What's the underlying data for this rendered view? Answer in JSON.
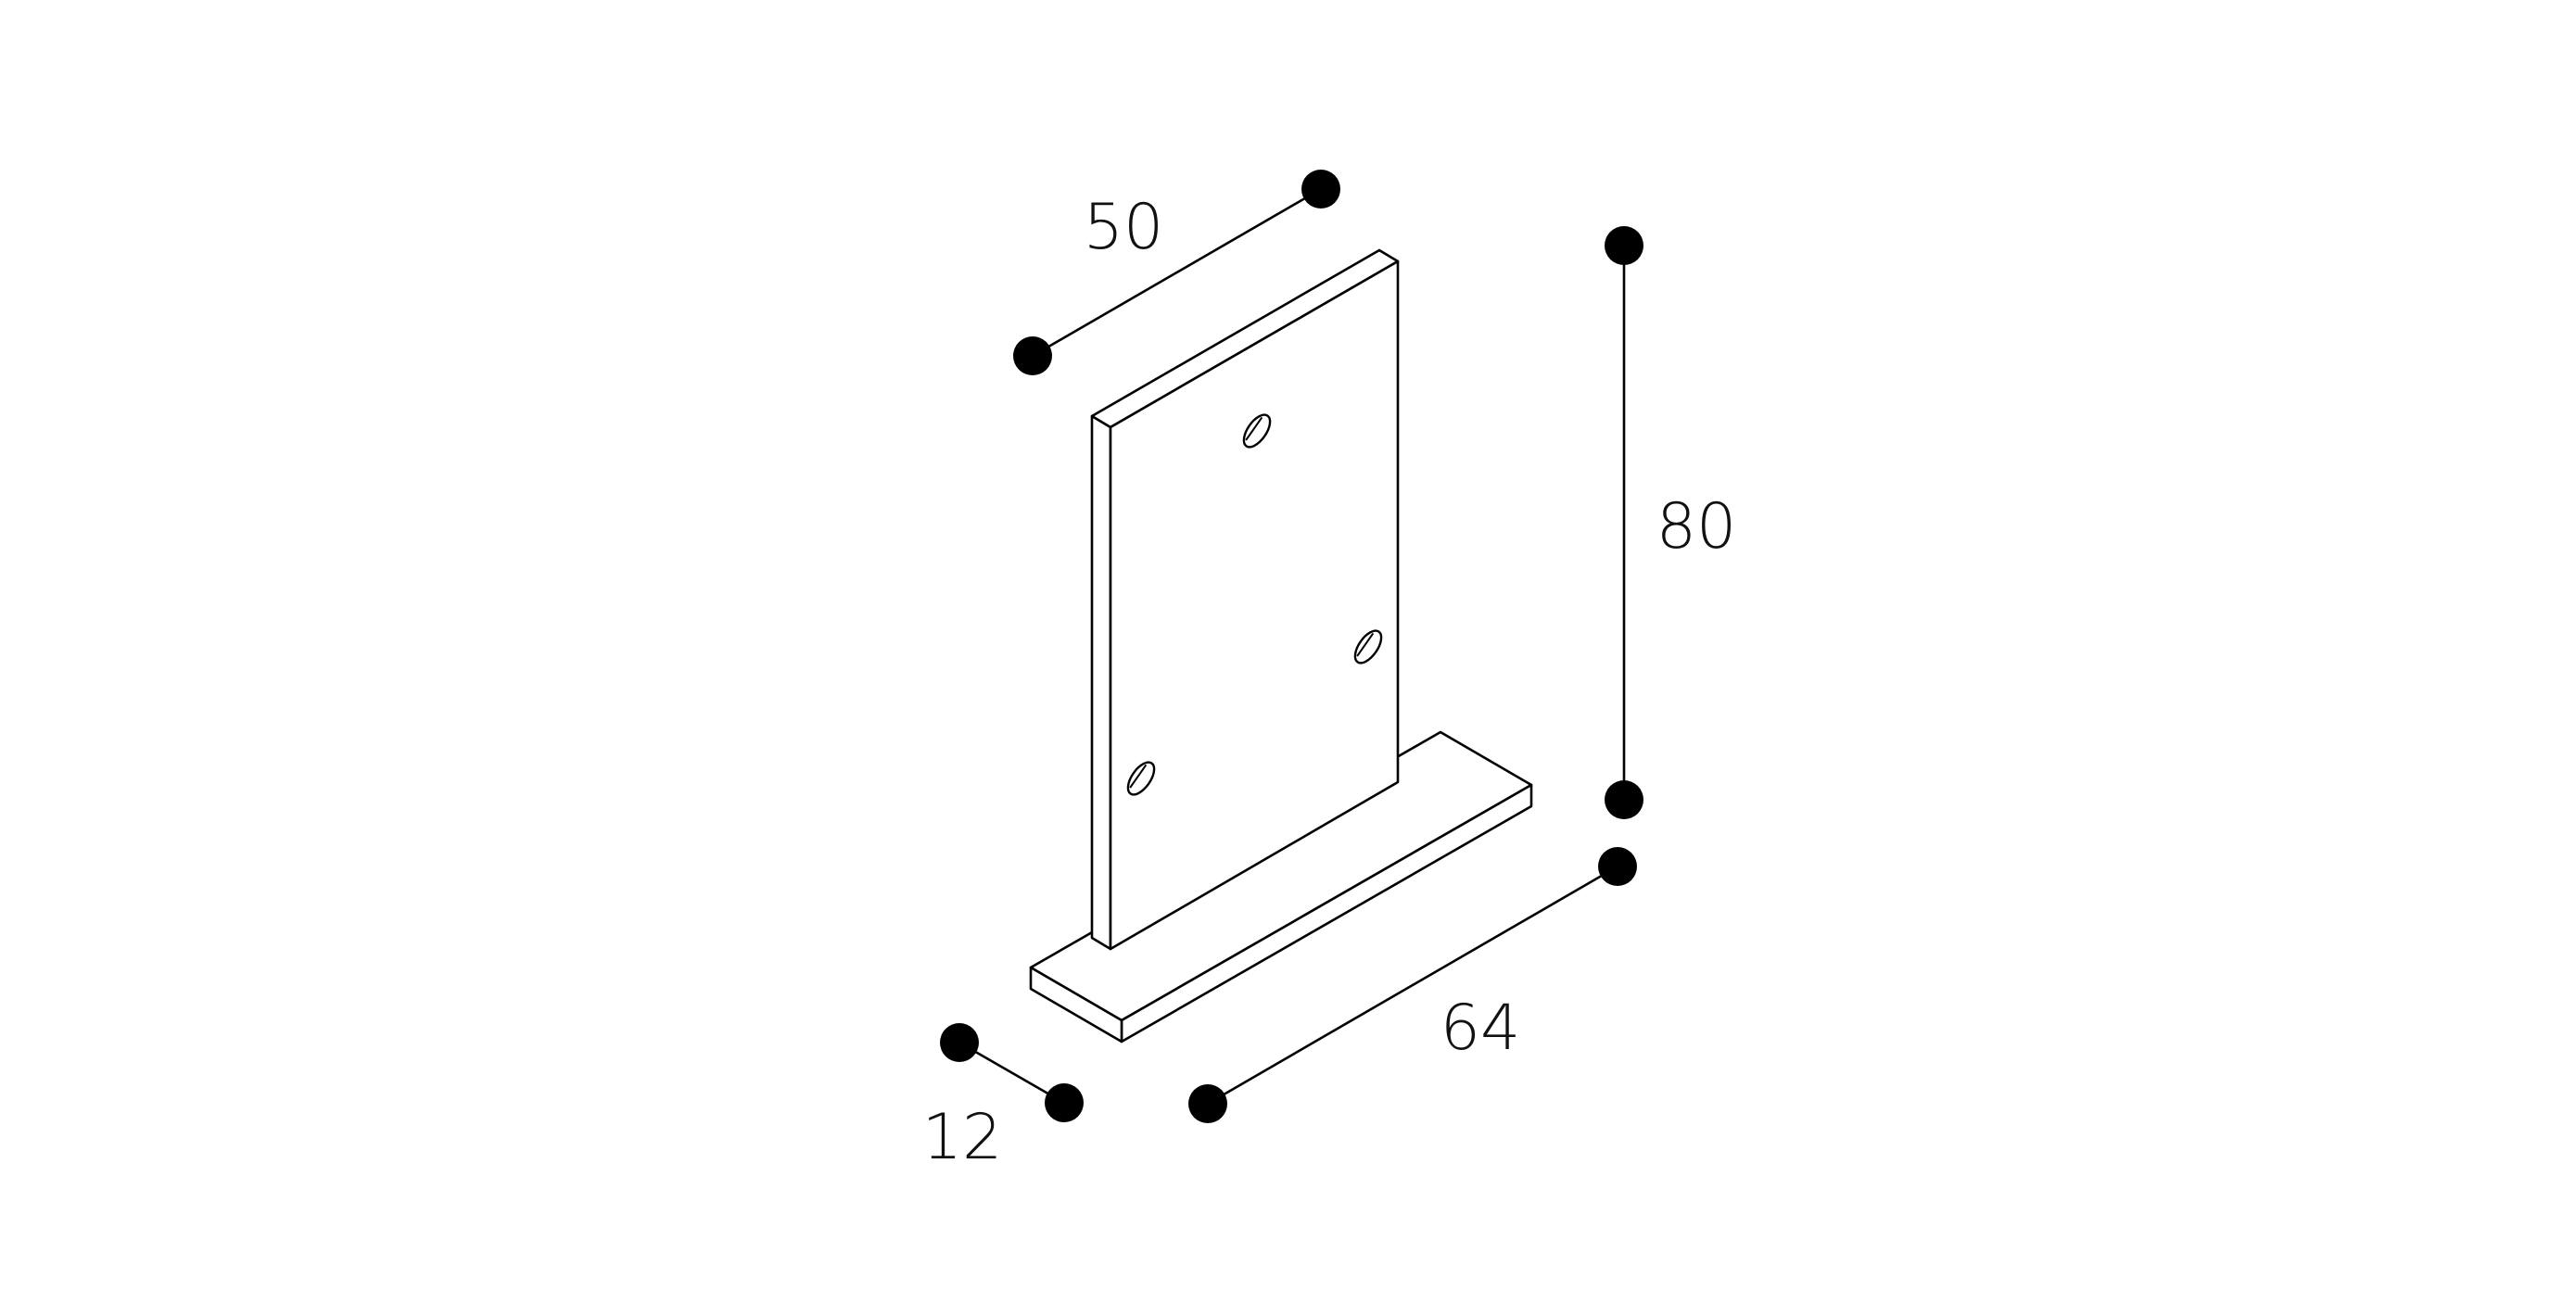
{
  "diagram": {
    "dimensions": {
      "width": {
        "value": "50"
      },
      "height": {
        "value": "80"
      },
      "thickness": {
        "value": "12"
      },
      "depth": {
        "value": "64"
      }
    },
    "parts": [
      "vertical-plate",
      "base-plate",
      "screw-hole",
      "screw-hole",
      "screw-hole"
    ]
  }
}
